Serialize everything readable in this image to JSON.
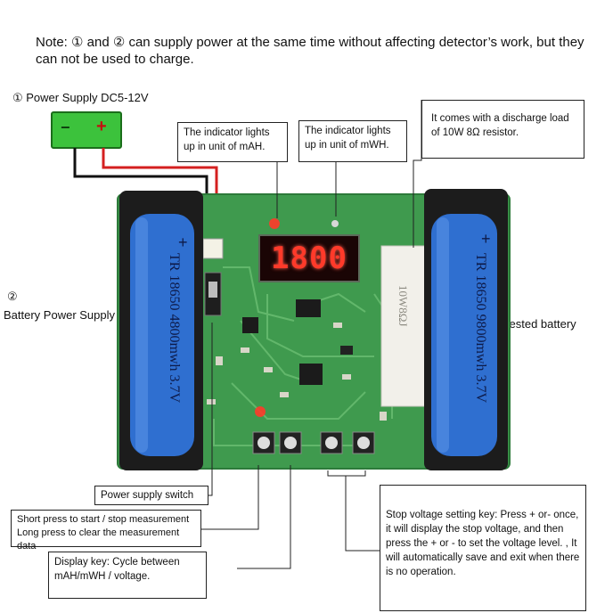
{
  "note": "Note: ① and ② can supply power at the same time without affecting detector’s work, but they can not be used to charge.",
  "power_supply_label": "① Power Supply DC5-12V",
  "battery_supply_num": "②",
  "battery_supply_label": "Battery Power Supply",
  "tested_battery_label": "Tested battery",
  "callouts": {
    "mah": "The indicator lights up in unit of mAH.",
    "mwh": "The indicator lights up in unit of mWH.",
    "discharge": "It comes with a discharge load of 10W 8Ω resistor.",
    "power_switch": "Power supply switch",
    "start_stop": "Short press to start / stop measurement Long press to clear the measurement data",
    "display_key": "Display key: Cycle between mAH/mWH / voltage.",
    "stop_voltage": "Stop voltage setting key: Press + or- once, it will display the stop voltage, and then press the + or - to set the voltage level. , It will automatically save and exit when there is no operation."
  },
  "display_value": "1800",
  "plus_sign": "+",
  "minus_sign": "−",
  "battery_left_text": "TR 18650 4800mwh 3.7V",
  "battery_right_text": "TR 18650 9800mwh 3.7V",
  "resistor_text": "10W8ΩJ",
  "colors": {
    "board": "#3f9a4e",
    "battery": "#2f6fd0",
    "psu": "#3cc23c",
    "display_digit": "#ff3a2a"
  }
}
